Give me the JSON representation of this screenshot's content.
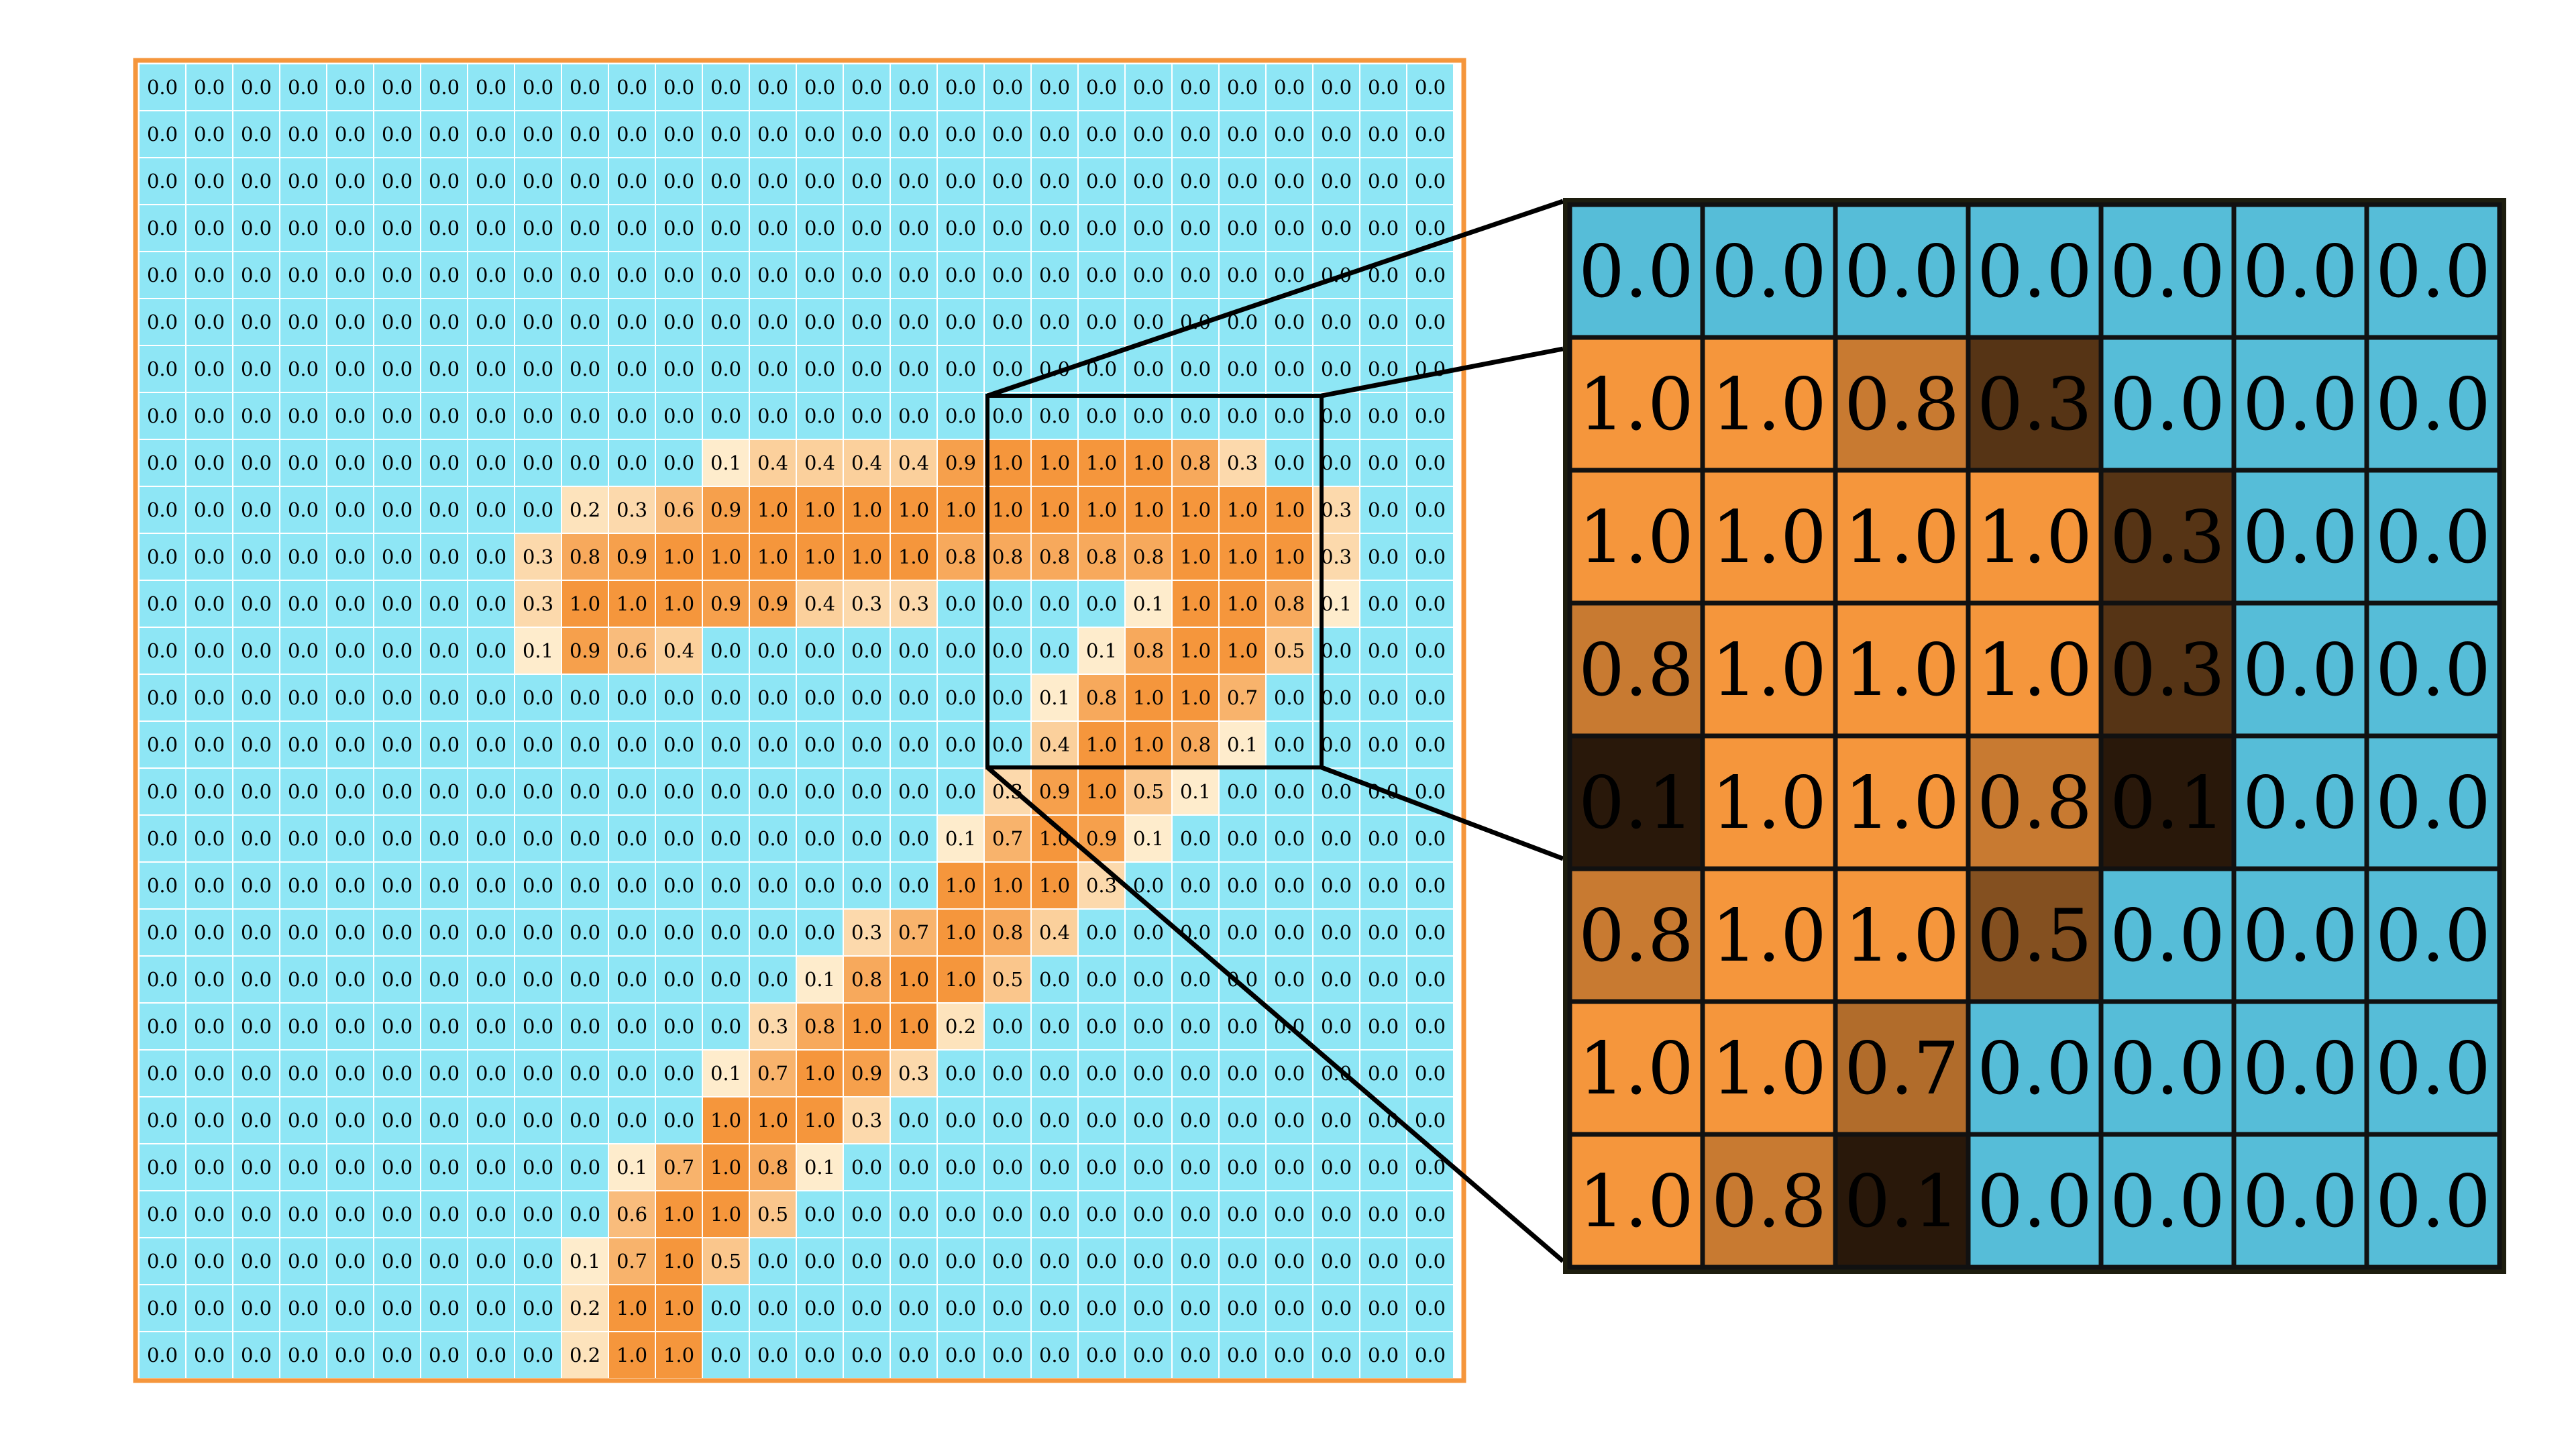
{
  "figure": {
    "description_free": true,
    "grid": {
      "rows": 28,
      "cols": 28,
      "nonzero_rows": [
        {
          "row": 8,
          "start": 12,
          "values": [
            "0.1",
            "0.4",
            "0.4",
            "0.4",
            "0.4",
            "0.9",
            "1.0",
            "1.0",
            "1.0",
            "1.0",
            "0.8",
            "0.3"
          ]
        },
        {
          "row": 9,
          "start": 9,
          "values": [
            "0.2",
            "0.3",
            "0.6",
            "0.9",
            "1.0",
            "1.0",
            "1.0",
            "1.0",
            "1.0",
            "1.0",
            "1.0",
            "1.0",
            "1.0",
            "1.0",
            "1.0",
            "1.0",
            "0.3"
          ]
        },
        {
          "row": 10,
          "start": 8,
          "values": [
            "0.3",
            "0.8",
            "0.9",
            "1.0",
            "1.0",
            "1.0",
            "1.0",
            "1.0",
            "1.0",
            "0.8",
            "0.8",
            "0.8",
            "0.8",
            "0.8",
            "1.0",
            "1.0",
            "1.0",
            "0.3"
          ]
        },
        {
          "row": 11,
          "start": 8,
          "values": [
            "0.3",
            "1.0",
            "1.0",
            "1.0",
            "0.9",
            "0.9",
            "0.4",
            "0.3",
            "0.3",
            "0.0",
            "0.0",
            "0.0",
            "0.0",
            "0.1",
            "1.0",
            "1.0",
            "0.8",
            "0.1"
          ]
        },
        {
          "row": 12,
          "start": 8,
          "values": [
            "0.1",
            "0.9",
            "0.6",
            "0.4",
            "0.0",
            "0.0",
            "0.0",
            "0.0",
            "0.0",
            "0.0",
            "0.0",
            "0.0",
            "0.1",
            "0.8",
            "1.0",
            "1.0",
            "0.5"
          ]
        },
        {
          "row": 13,
          "start": 19,
          "values": [
            "0.1",
            "0.8",
            "1.0",
            "1.0",
            "0.7"
          ]
        },
        {
          "row": 14,
          "start": 19,
          "values": [
            "0.4",
            "1.0",
            "1.0",
            "0.8",
            "0.1"
          ]
        },
        {
          "row": 15,
          "start": 18,
          "values": [
            "0.3",
            "0.9",
            "1.0",
            "0.5",
            "0.1"
          ]
        },
        {
          "row": 16,
          "start": 17,
          "values": [
            "0.1",
            "0.7",
            "1.0",
            "0.9",
            "0.1"
          ]
        },
        {
          "row": 17,
          "start": 17,
          "values": [
            "1.0",
            "1.0",
            "1.0",
            "0.3"
          ]
        },
        {
          "row": 18,
          "start": 15,
          "values": [
            "0.3",
            "0.7",
            "1.0",
            "0.8",
            "0.4"
          ]
        },
        {
          "row": 19,
          "start": 14,
          "values": [
            "0.1",
            "0.8",
            "1.0",
            "1.0",
            "0.5"
          ]
        },
        {
          "row": 20,
          "start": 13,
          "values": [
            "0.3",
            "0.8",
            "1.0",
            "1.0",
            "0.2"
          ]
        },
        {
          "row": 21,
          "start": 12,
          "values": [
            "0.1",
            "0.7",
            "1.0",
            "0.9",
            "0.3"
          ]
        },
        {
          "row": 22,
          "start": 12,
          "values": [
            "1.0",
            "1.0",
            "1.0",
            "0.3"
          ]
        },
        {
          "row": 23,
          "start": 10,
          "values": [
            "0.1",
            "0.7",
            "1.0",
            "0.8",
            "0.1"
          ]
        },
        {
          "row": 24,
          "start": 10,
          "values": [
            "0.6",
            "1.0",
            "1.0",
            "0.5"
          ]
        },
        {
          "row": 25,
          "start": 9,
          "values": [
            "0.1",
            "0.7",
            "1.0",
            "0.5"
          ]
        },
        {
          "row": 26,
          "start": 9,
          "values": [
            "0.2",
            "1.0",
            "1.0"
          ]
        },
        {
          "row": 27,
          "start": 9,
          "values": [
            "0.2",
            "1.0",
            "1.0"
          ]
        }
      ]
    },
    "zoom": {
      "row_start": 7,
      "col_start": 18,
      "rows": [
        [
          "0.0",
          "0.0",
          "0.0",
          "0.0",
          "0.0",
          "0.0",
          "0.0"
        ],
        [
          "1.0",
          "1.0",
          "0.8",
          "0.3",
          "0.0",
          "0.0",
          "0.0"
        ],
        [
          "1.0",
          "1.0",
          "1.0",
          "1.0",
          "0.3",
          "0.0",
          "0.0"
        ],
        [
          "0.8",
          "1.0",
          "1.0",
          "1.0",
          "0.3",
          "0.0",
          "0.0"
        ],
        [
          "0.1",
          "1.0",
          "1.0",
          "0.8",
          "0.1",
          "0.0",
          "0.0"
        ],
        [
          "0.8",
          "1.0",
          "1.0",
          "0.5",
          "0.0",
          "0.0",
          "0.0"
        ],
        [
          "1.0",
          "1.0",
          "0.7",
          "0.0",
          "0.0",
          "0.0",
          "0.0"
        ],
        [
          "1.0",
          "0.8",
          "0.1",
          "0.0",
          "0.0",
          "0.0",
          "0.0"
        ]
      ]
    },
    "colors": {
      "grid_zero": "#8ee6f5",
      "grid_high": "#f5963c",
      "grid_low": "#fff6dc",
      "grid_frame": "#f5963c",
      "zoom_zero": "#56bdd8",
      "zoom_high": "#f5963c",
      "zoom_dark": "#120a04",
      "zoom_frame": "#111111",
      "connector": "#000000"
    }
  }
}
